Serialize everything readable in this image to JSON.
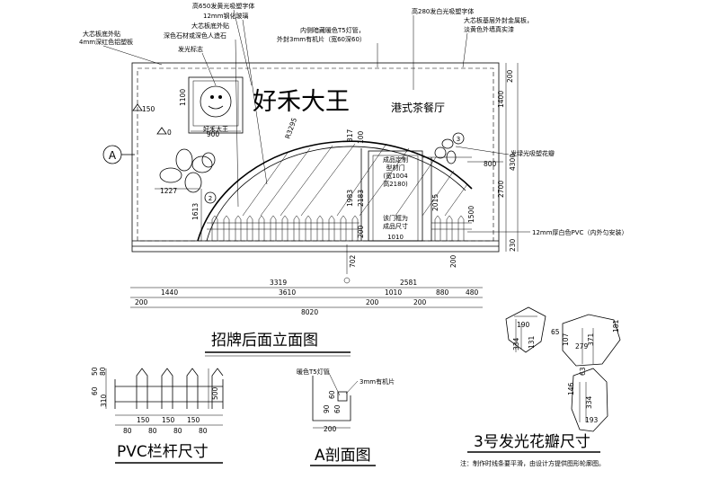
{
  "top_notes": {
    "n1": "大芯板底外贴",
    "n2": "4mm深红色铝塑板",
    "n3": "高650发黄光吸塑字体",
    "n4": "12mm钢化玻璃",
    "n5": "大芯板底外贴",
    "n6": "深色石材或深色人造石",
    "n7": "发光标志",
    "n8": "内侧暗藏暖色T5灯管，",
    "n9": "外封3mm有机片（宽60深60）",
    "n10": "高280发白光吸塑字体",
    "n11": "大芯板基层外封金属板，",
    "n12": "淡黄色外墙真实漆"
  },
  "right_notes": {
    "r1": "发绿光吸塑花瓣",
    "r2": "12mm厚白色PVC（内外匀安装）"
  },
  "brand": {
    "name": "好禾大王",
    "sub": "港式茶餐厅",
    "logo_text": "好禾大王"
  },
  "door_notes": {
    "d1": "成品定制",
    "d2": "型材门",
    "d3": "(宽1004",
    "d4": "高2180)",
    "d5": "该门框为",
    "d6": "成品尺寸",
    "d7": "1010"
  },
  "markers": {
    "a": "A",
    "c2": "2",
    "c3": "3",
    "level150": "150",
    "level0": "0"
  },
  "dims": {
    "h1100": "1100",
    "w900": "900",
    "v1227": "1227",
    "v1613": "1613",
    "arc": "R3295",
    "v317": "317",
    "v100": "100",
    "v1983": "1983",
    "v2183": "2183",
    "v200a": "200",
    "v2015": "2015",
    "v1500": "1500",
    "h800": "800",
    "r200": "200",
    "r1400": "1400",
    "r4300": "4300",
    "r2700": "2700",
    "r230": "230",
    "v702": "702",
    "v200b": "200",
    "t3319": "3319",
    "t2581": "2581",
    "b200a": "200",
    "b1440": "1440",
    "b3610": "3610",
    "b1010": "1010",
    "b880": "880",
    "b480": "480",
    "b200b": "200",
    "b200c": "200",
    "b8020": "8020"
  },
  "titles": {
    "main": "招牌后面立面图",
    "pvc": "PVC栏杆尺寸",
    "section": "A剖面图",
    "petal": "3号发光花瓣尺寸"
  },
  "pvc_dims": {
    "v50": "50",
    "v80": "80",
    "v60": "60",
    "v310": "310",
    "v500": "500",
    "w150a": "150",
    "w150b": "150",
    "w150c": "150",
    "w80a": "80",
    "w80b": "80",
    "w80c": "80",
    "w80d": "80"
  },
  "section_notes": {
    "s1": "暖色T5灯管",
    "s2": "3mm有机片",
    "d60a": "60",
    "d60b": "60",
    "d90": "90",
    "d200": "200"
  },
  "petal_dims": {
    "p190": "190",
    "p334a": "334",
    "p131": "131",
    "p65": "65",
    "p107": "107",
    "p279": "279",
    "p371": "371",
    "p181": "181",
    "p63": "63",
    "p146": "146",
    "p334b": "334",
    "p193": "193"
  },
  "footnote": "注：制作时线条要平滑，由设计方提供图形轮廓图。"
}
